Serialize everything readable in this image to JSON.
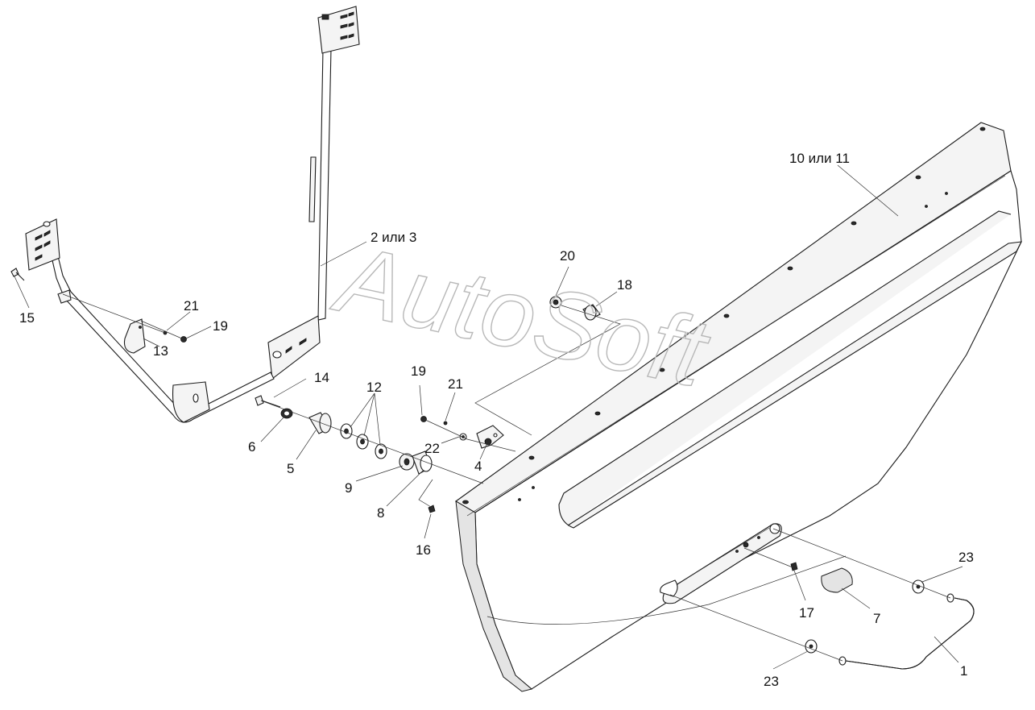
{
  "watermark": "AutoSoft",
  "callouts": {
    "c1": "1",
    "c2": "2 или 3",
    "c4": "4",
    "c5": "5",
    "c6": "6",
    "c7": "7",
    "c8": "8",
    "c9": "9",
    "c10": "10 или 11",
    "c12": "12",
    "c13": "13",
    "c14": "14",
    "c15": "15",
    "c16": "16",
    "c17": "17",
    "c18": "18",
    "c19a": "19",
    "c19b": "19",
    "c20": "20",
    "c21a": "21",
    "c21b": "21",
    "c22": "22",
    "c23a": "23",
    "c23b": "23"
  }
}
